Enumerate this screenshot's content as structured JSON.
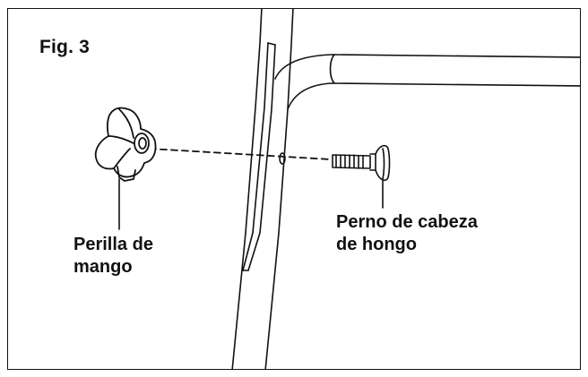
{
  "figure": {
    "title": "Fig. 3"
  },
  "labels": {
    "knob": [
      "Perilla de",
      "mango"
    ],
    "bolt": [
      "Perno de cabeza",
      "de hongo"
    ]
  },
  "colors": {
    "line": "#111111",
    "background": "#ffffff"
  },
  "icons": {
    "knob": "star-knob-icon",
    "bolt": "mushroom-head-bolt-icon",
    "handle": "handle-frame-tube"
  }
}
